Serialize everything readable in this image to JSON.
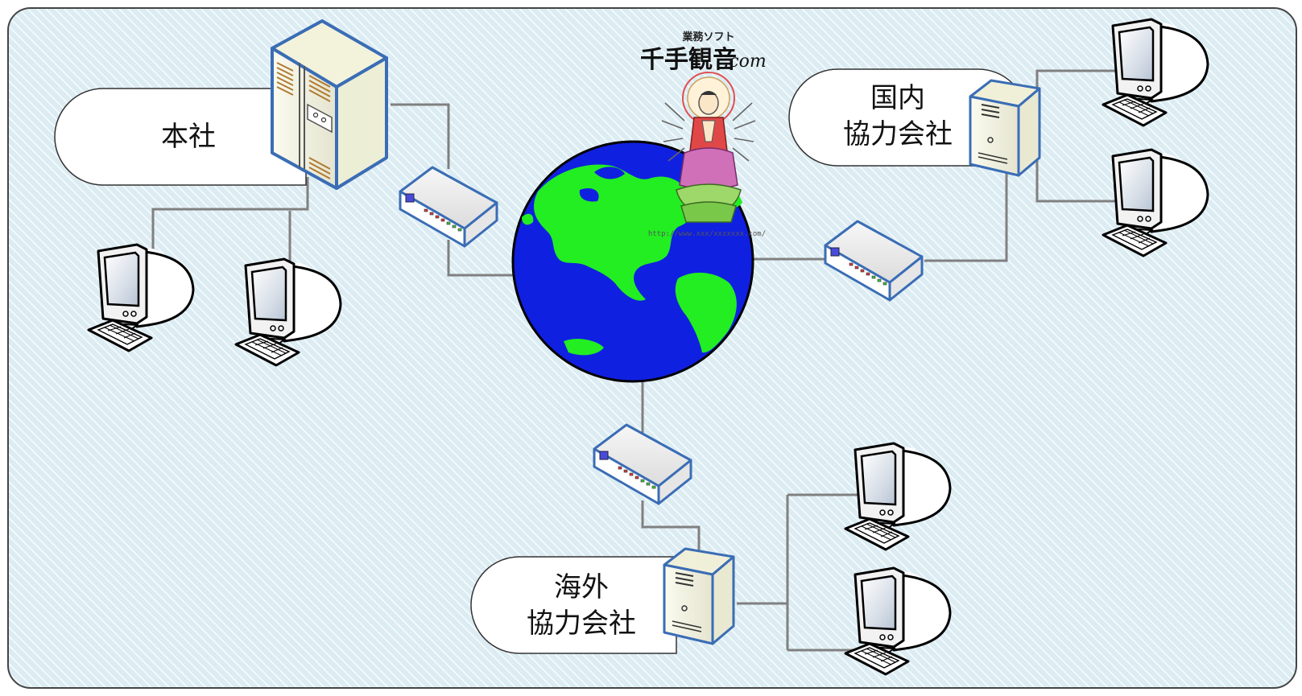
{
  "locations": {
    "headquarters": "本社",
    "domestic_partner": [
      "国内",
      "協力会社"
    ],
    "overseas_partner": [
      "海外",
      "協力会社"
    ]
  },
  "logo": {
    "tagline": "業務ソフト",
    "name": "千手観音",
    "suffix": ".com",
    "url": "http://www.xxx/xxxxxxx.com/"
  },
  "colors": {
    "frame_background": "#dcecf3",
    "hatch_line": "#ffffff",
    "cable": "#808080",
    "device_outline": "#3a6db5",
    "globe_ocean": "#1020e0",
    "globe_land": "#22ee22"
  },
  "icons": [
    "mainframe-server-icon",
    "tower-server-icon",
    "network-hub-icon",
    "desktop-computer-icon",
    "globe-icon"
  ]
}
